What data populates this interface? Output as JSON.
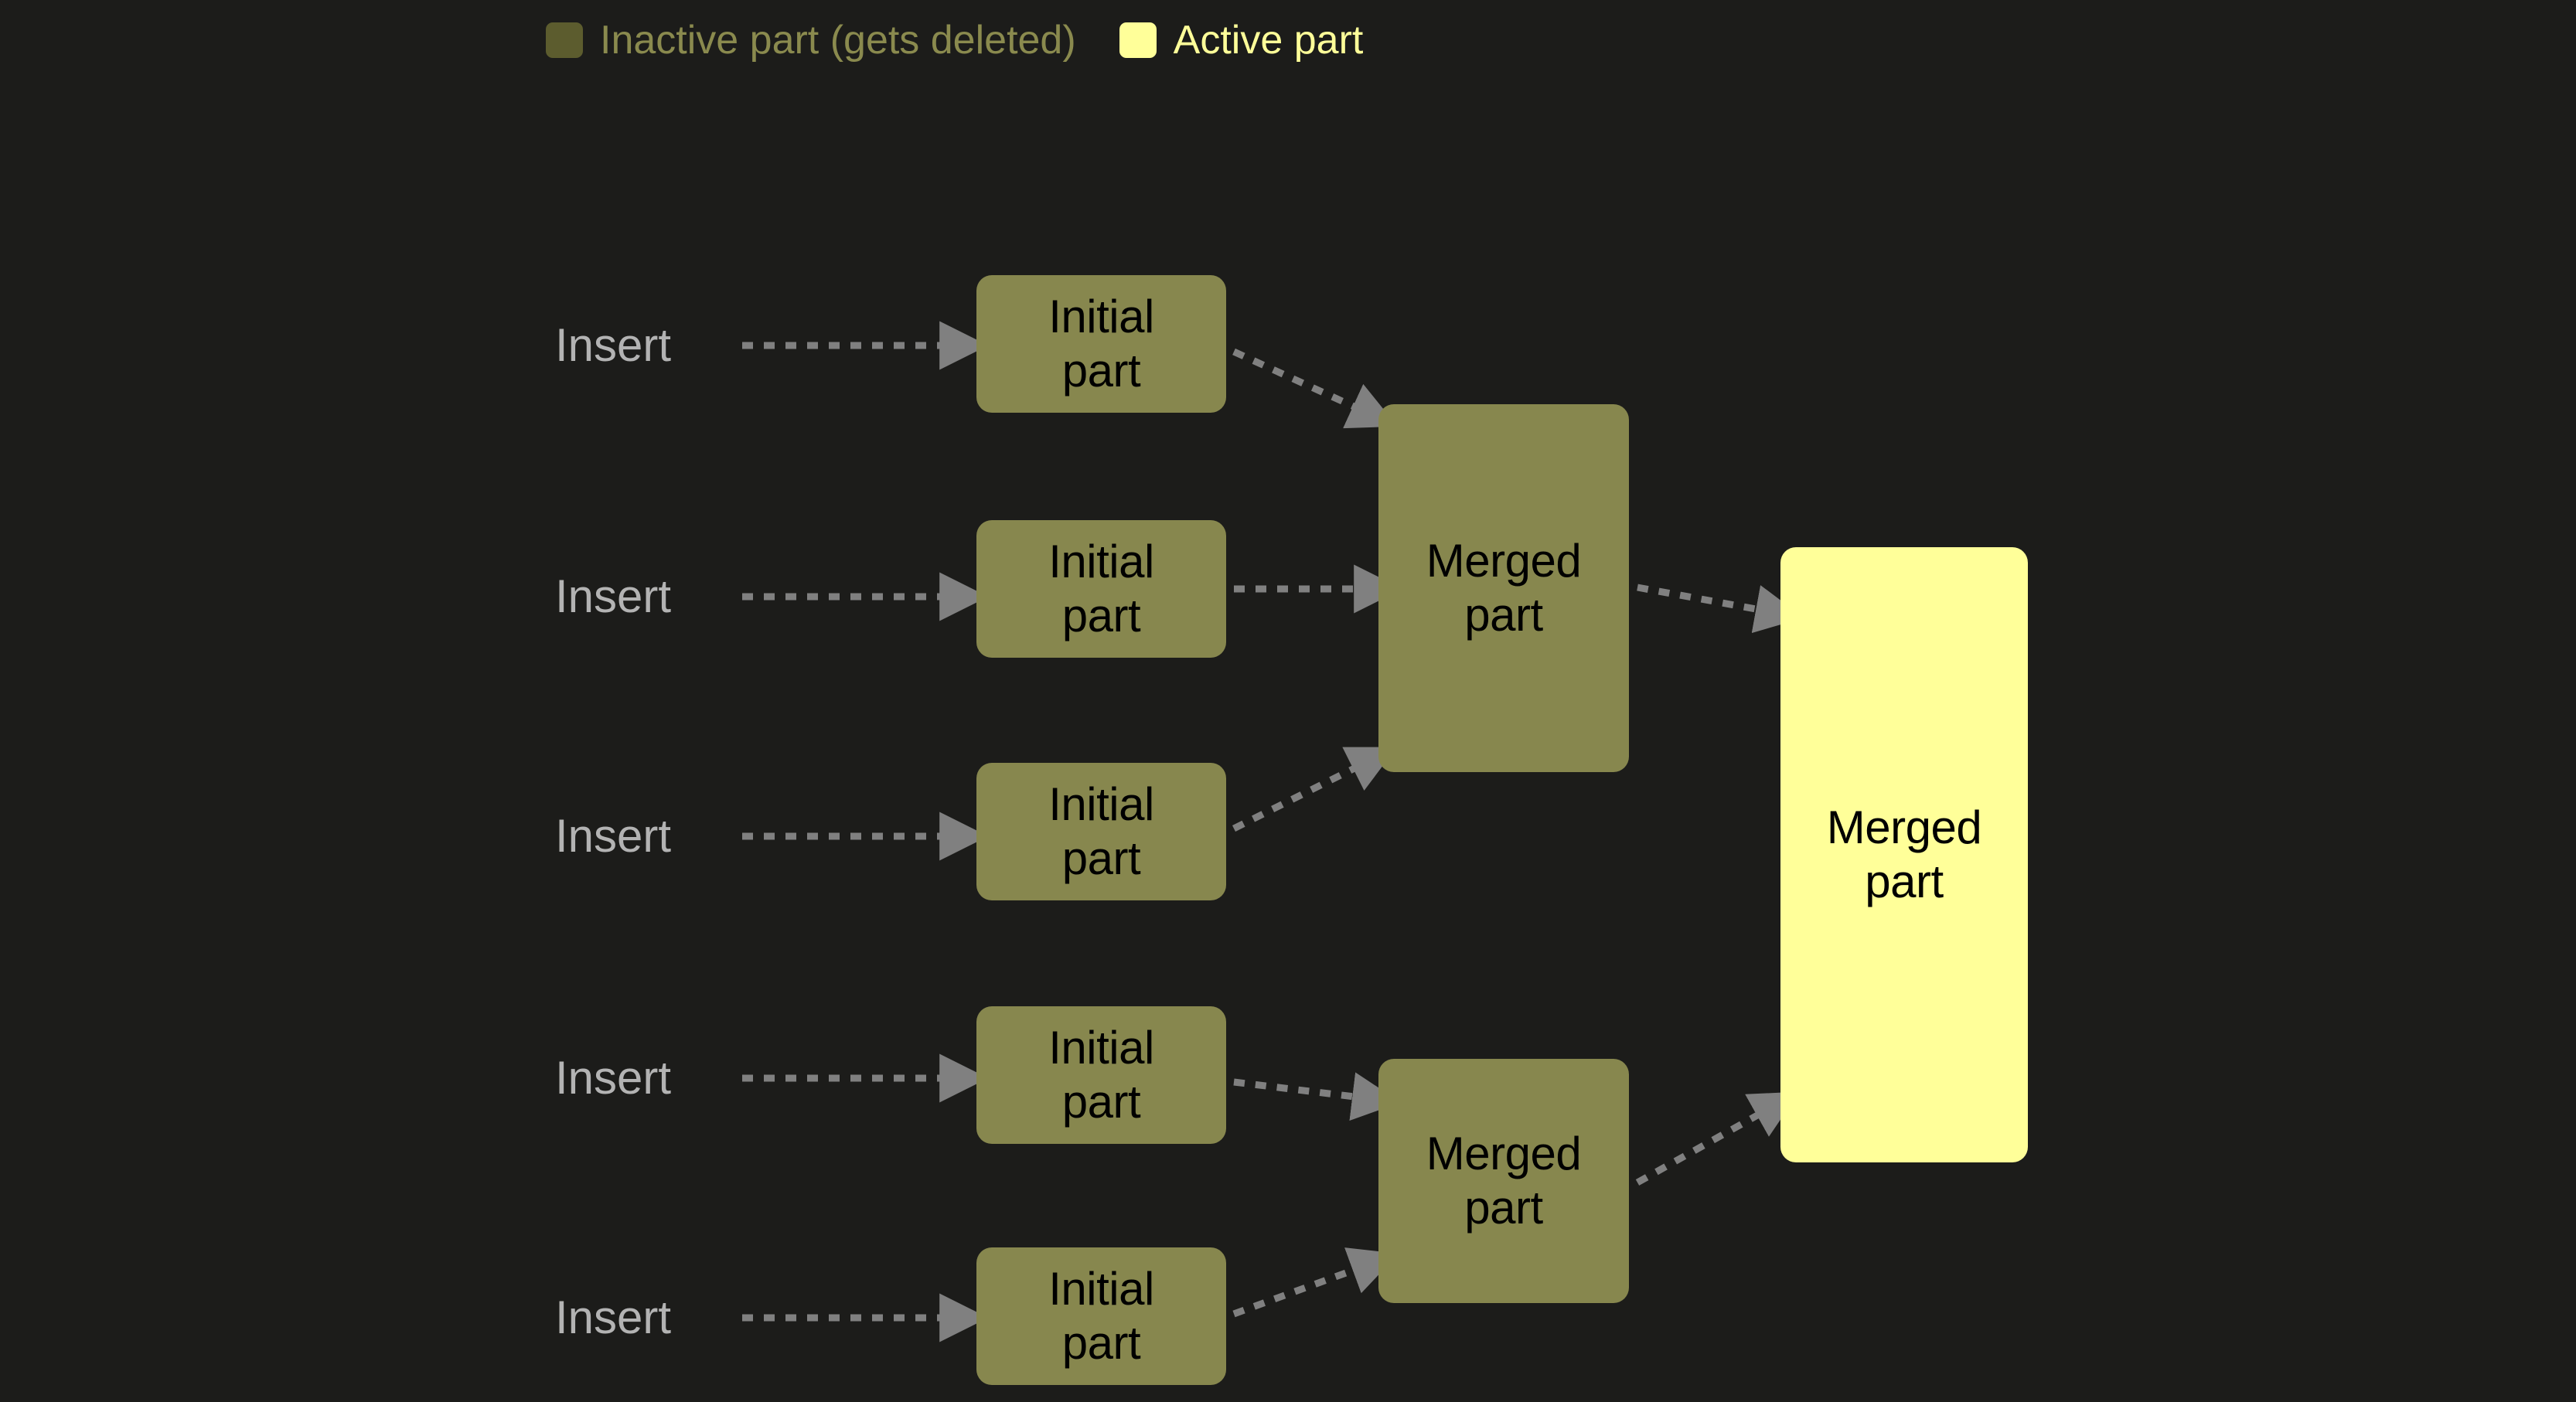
{
  "legend": {
    "items": [
      {
        "swatch": "inactive-swatch",
        "label": "Inactive part (gets deleted)",
        "color": "#5c5c2e",
        "text_color": "#8a8a4e"
      },
      {
        "swatch": "active-swatch",
        "label": "Active part",
        "color": "#ffff99",
        "text_color": "#ffff99"
      }
    ]
  },
  "diagram": {
    "background": "#1c1c1a",
    "inactive_fill": "#87874e",
    "active_fill": "#ffff99",
    "edge_color": "#808080",
    "insert_label_color": "#b3b3b3",
    "inserts": [
      {
        "label": "Insert"
      },
      {
        "label": "Insert"
      },
      {
        "label": "Insert"
      },
      {
        "label": "Insert"
      },
      {
        "label": "Insert"
      }
    ],
    "initial_parts": [
      {
        "line1": "Initial",
        "line2": "part"
      },
      {
        "line1": "Initial",
        "line2": "part"
      },
      {
        "line1": "Initial",
        "line2": "part"
      },
      {
        "line1": "Initial",
        "line2": "part"
      },
      {
        "line1": "Initial",
        "line2": "part"
      }
    ],
    "merged_parts": [
      {
        "line1": "Merged",
        "line2": "part",
        "state": "inactive"
      },
      {
        "line1": "Merged",
        "line2": "part",
        "state": "inactive"
      }
    ],
    "final_part": {
      "line1": "Merged",
      "line2": "part",
      "state": "active"
    }
  }
}
